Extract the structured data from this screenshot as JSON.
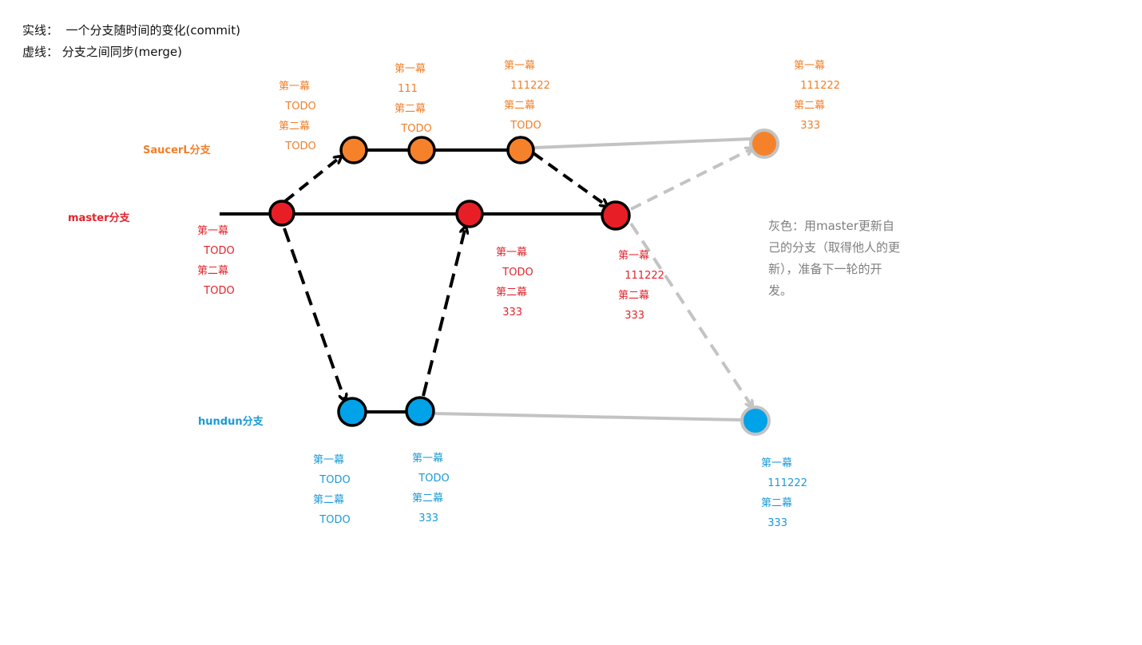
{
  "legend": {
    "solid": "实线：  一个分支随时间的变化(commit)",
    "dashed": "虚线： 分支之间同步(merge)"
  },
  "branches": {
    "saucer": "SaucerL分支",
    "master": "master分支",
    "hundun": "hundun分支"
  },
  "colors": {
    "orange": "#f5822a",
    "red": "#e81e26",
    "blue": "#00a2e8",
    "gray": "#c3c3c3",
    "black": "#000000",
    "orange_text": "#f07f2a",
    "red_text": "#e3232b",
    "blue_text": "#1a9ad6"
  },
  "notes": {
    "s1": [
      "第一幕",
      "  TODO",
      "第二幕",
      "  TODO"
    ],
    "s2": [
      "第一幕",
      " 111",
      "第二幕",
      "  TODO"
    ],
    "s3": [
      "第一幕",
      "  111222",
      "第二幕",
      "  TODO"
    ],
    "s4": [
      "第一幕",
      "  111222",
      "第二幕",
      "  333"
    ],
    "m1": [
      "第一幕",
      "  TODO",
      "第二幕",
      "  TODO"
    ],
    "m2": [
      "第一幕",
      "  TODO",
      "第二幕",
      "  333"
    ],
    "m3": [
      "第一幕",
      "  111222",
      "第二幕",
      "  333"
    ],
    "h1": [
      "第一幕",
      "  TODO",
      "第二幕",
      "  TODO"
    ],
    "h2": [
      "第一幕",
      "  TODO",
      "第二幕",
      "  333"
    ],
    "h3": [
      "第一幕",
      "  111222",
      "第二幕",
      "  333"
    ]
  },
  "gray_note": "灰色：用master更新自己的分支（取得他人的更新），准备下一轮的开发。"
}
